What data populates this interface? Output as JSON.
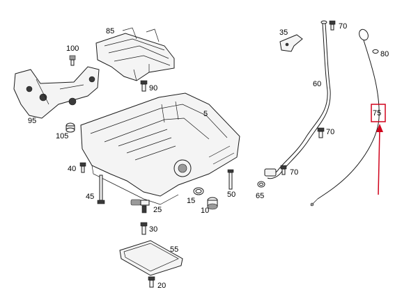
{
  "labels": {
    "p5": "5",
    "p10": "10",
    "p15": "15",
    "p20": "20",
    "p25": "25",
    "p30": "30",
    "p35": "35",
    "p40": "40",
    "p45": "45",
    "p50": "50",
    "p55": "55",
    "p60": "60",
    "p65": "65",
    "p70a": "70",
    "p70b": "70",
    "p70c": "70",
    "p75": "75",
    "p80": "80",
    "p85": "85",
    "p90": "90",
    "p95": "95",
    "p100": "100",
    "p105": "105"
  },
  "colors": {
    "highlight": "#d0021b",
    "line": "#1a1a1a"
  }
}
